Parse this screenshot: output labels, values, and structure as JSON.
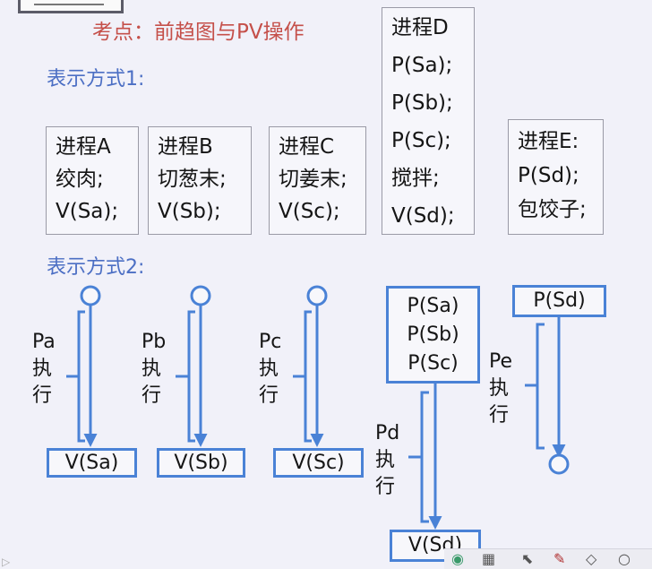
{
  "title": "考点：前趋图与PV操作",
  "heading1": "表示方式1:",
  "heading2": "表示方式2:",
  "processes": [
    {
      "lines": [
        "进程A",
        "绞肉;",
        "V(Sa);"
      ]
    },
    {
      "lines": [
        "进程B",
        "切葱末;",
        "V(Sb);"
      ]
    },
    {
      "lines": [
        "进程C",
        "切姜末;",
        "V(Sc);"
      ]
    },
    {
      "lines": [
        "进程D",
        "P(Sa);",
        "P(Sb);",
        "P(Sc);",
        "搅拌;",
        "V(Sd);"
      ]
    },
    {
      "lines": [
        "进程E:",
        "P(Sd);",
        "包饺子;"
      ]
    }
  ],
  "graph": {
    "a": {
      "exec": [
        "Pa",
        "执",
        "行"
      ],
      "v": "V(Sa)"
    },
    "b": {
      "exec": [
        "Pb",
        "执",
        "行"
      ],
      "v": "V(Sb)"
    },
    "c": {
      "exec": [
        "Pc",
        "执",
        "行"
      ],
      "v": "V(Sc)"
    },
    "d": {
      "p": [
        "P(Sa)",
        "P(Sb)",
        "P(Sc)"
      ],
      "exec": [
        "Pd",
        "执",
        "行"
      ],
      "v": "V(Sd)"
    },
    "e": {
      "p": "P(Sd)",
      "exec": [
        "Pe",
        "执",
        "行"
      ]
    }
  },
  "colors": {
    "title": "#c5504a",
    "heading": "#4c6fc4",
    "diagram": "#4a82d6"
  },
  "toolbar": {
    "icons": [
      "camera-icon",
      "grid-icon",
      "pointer-icon",
      "pen-icon",
      "eraser-icon",
      "search-icon"
    ]
  }
}
